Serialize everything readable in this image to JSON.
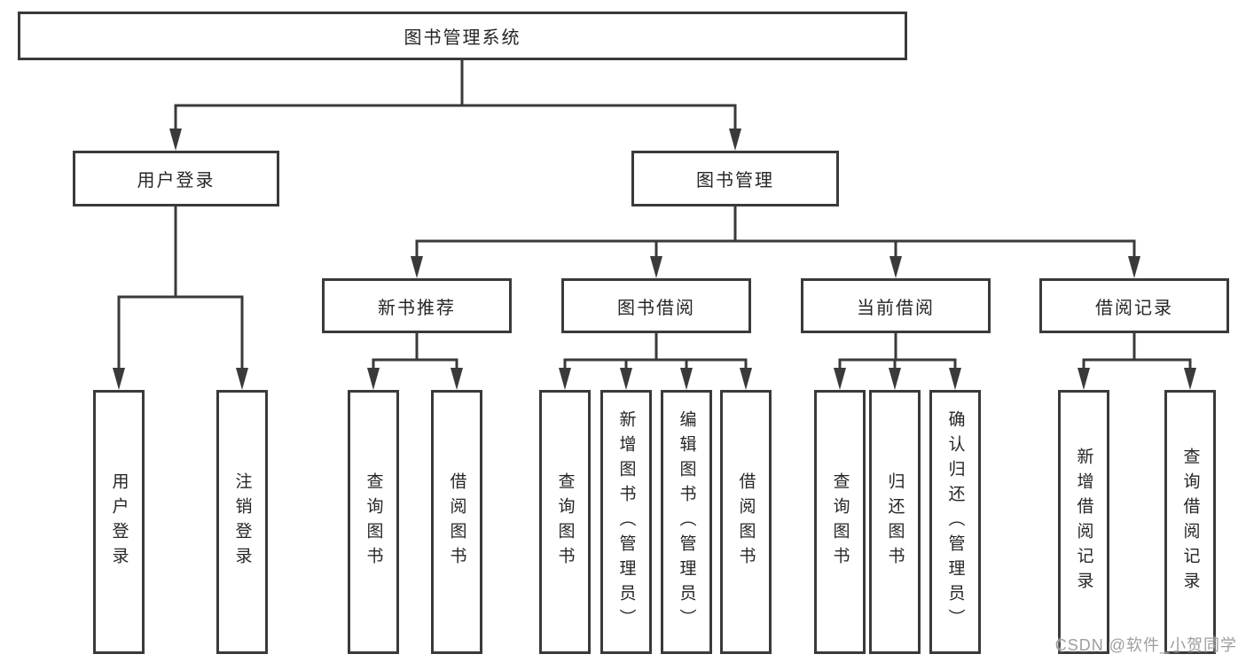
{
  "diagram": {
    "title": "图书管理系统",
    "root": {
      "label": "图书管理系统"
    },
    "level2": [
      {
        "label": "用户登录"
      },
      {
        "label": "图书管理"
      }
    ],
    "level3": [
      {
        "label": "新书推荐",
        "parent": "图书管理"
      },
      {
        "label": "图书借阅",
        "parent": "图书管理"
      },
      {
        "label": "当前借阅",
        "parent": "图书管理"
      },
      {
        "label": "借阅记录",
        "parent": "图书管理"
      }
    ],
    "leaves": [
      {
        "label": "用户登录",
        "parent": "用户登录"
      },
      {
        "label": "注销登录",
        "parent": "用户登录"
      },
      {
        "label": "查询图书",
        "parent": "新书推荐"
      },
      {
        "label": "借阅图书",
        "parent": "新书推荐"
      },
      {
        "label": "查询图书",
        "parent": "图书借阅"
      },
      {
        "label": "新增图书（管理员）",
        "parent": "图书借阅"
      },
      {
        "label": "编辑图书（管理员）",
        "parent": "图书借阅"
      },
      {
        "label": "借阅图书",
        "parent": "图书借阅"
      },
      {
        "label": "查询图书",
        "parent": "当前借阅"
      },
      {
        "label": "归还图书",
        "parent": "当前借阅"
      },
      {
        "label": "确认归还（管理员）",
        "parent": "当前借阅"
      },
      {
        "label": "新增借阅记录",
        "parent": "借阅记录"
      },
      {
        "label": "查询借阅记录",
        "parent": "借阅记录"
      }
    ]
  },
  "watermark": {
    "text": "CSDN @软件_小贺同学"
  },
  "colors": {
    "line": "#3a3a3a",
    "text": "#262626",
    "background": "#ffffff",
    "watermark": "#9e9e9e"
  }
}
